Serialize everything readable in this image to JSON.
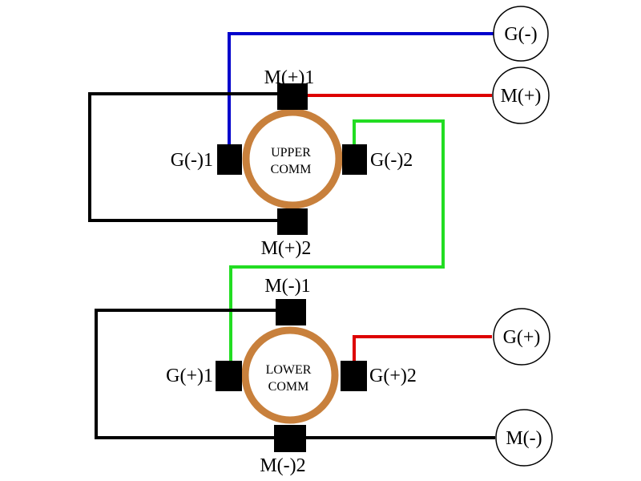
{
  "colors": {
    "ground_neg_wire": "#0000cc",
    "motor_pos_wire": "#dd0000",
    "jumper_wire": "#22dd22",
    "ground_pos_wire": "#dd0000",
    "black_wire": "#000000",
    "ring": "#c8803c",
    "terminal": "#000000"
  },
  "upper": {
    "comm_line1": "UPPER",
    "comm_line2": "COMM",
    "top": "M(+)1",
    "left": "G(-)1",
    "right": "G(-)2",
    "bottom": "M(+)2"
  },
  "lower": {
    "comm_line1": "LOWER",
    "comm_line2": "COMM",
    "top": "M(-)1",
    "left": "G(+)1",
    "right": "G(+)2",
    "bottom": "M(-)2"
  },
  "terminals": {
    "g_neg": "G(-)",
    "m_pos": "M(+)",
    "g_pos": "G(+)",
    "m_neg": "M(-)"
  }
}
